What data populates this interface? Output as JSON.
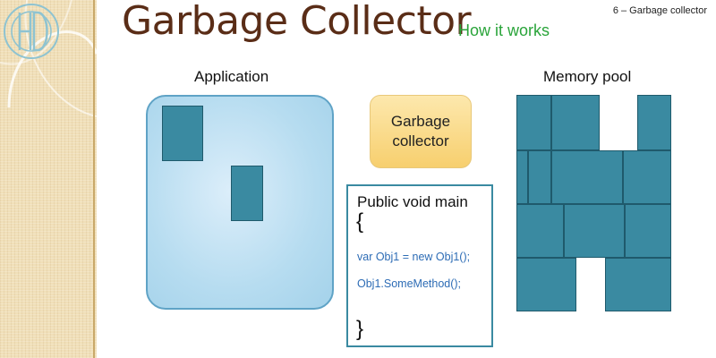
{
  "slide": {
    "title": "Garbage Collector",
    "subtitle": "How it works",
    "number_label": "6 – Garbage collector"
  },
  "application": {
    "label": "Application",
    "fill_color": "#b6dcf0",
    "object_color": "#3a8aa1"
  },
  "garbage_collector": {
    "line1": "Garbage",
    "line2": "collector",
    "color": "#f7cf6e"
  },
  "code": {
    "header": "Public void main",
    "open_brace": "{",
    "line1": "var Obj1 = new Obj1();",
    "line2": "Obj1.SomeMethod();",
    "close_brace": "}",
    "code_color": "#2d6cb5"
  },
  "memory_pool": {
    "label": "Memory pool",
    "block_color": "#3a8aa1"
  },
  "decor": {
    "strip_color": "#f0dfb8",
    "logo": "hd-monogram-logo"
  }
}
